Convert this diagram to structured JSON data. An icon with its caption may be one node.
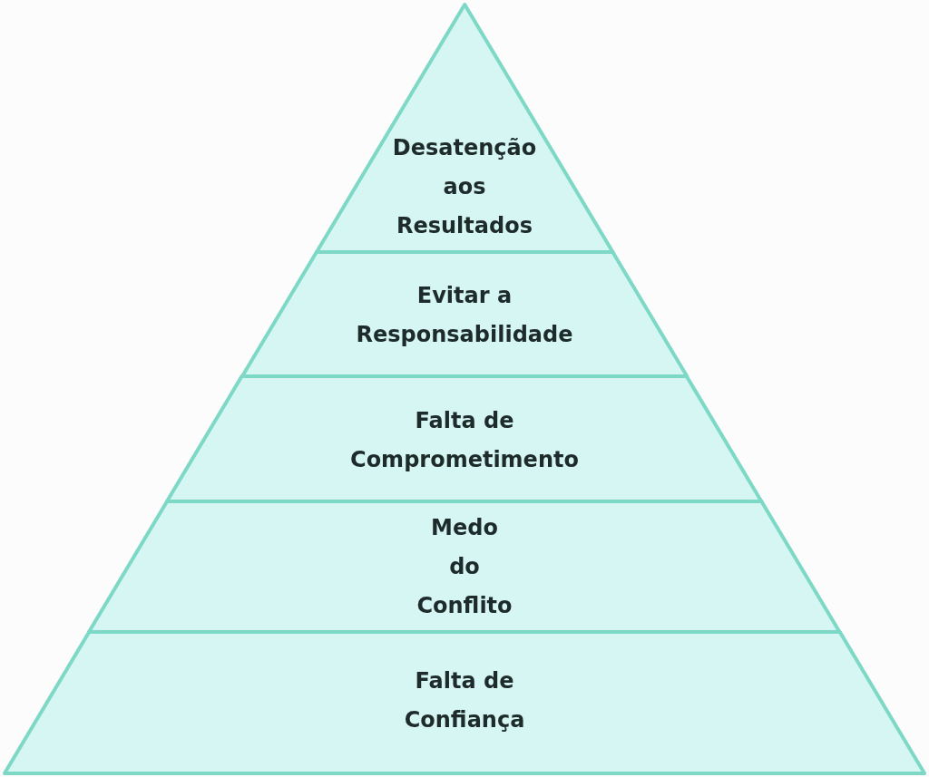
{
  "diagram": {
    "nodes": [
      {
        "text": [
          "Desatenção aos Resultados"
        ]
      },
      {
        "text": [
          "Evitar a Responsabilidade"
        ]
      },
      {
        "text": [
          "Falta de Comprometimento"
        ]
      },
      {
        "text": [
          "Medo do Conflito"
        ]
      },
      {
        "text": [
          "Falta de Confiança"
        ]
      }
    ]
  }
}
